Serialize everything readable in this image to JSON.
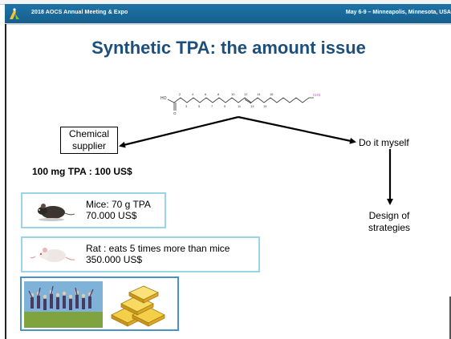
{
  "header": {
    "left_text": "2018 AOCS Annual Meeting & Expo",
    "right_text": "May 6-9 – Minneapolis, Minnesota, USA"
  },
  "slide": {
    "title": "Synthetic TPA: the amount issue",
    "molecule": {
      "label_ho": "HO",
      "label_ch3": "CH3",
      "carbon_numbers": [
        "2",
        "3",
        "4",
        "5",
        "6",
        "7",
        "8",
        "9",
        "10",
        "11",
        "12",
        "13",
        "14",
        "15",
        "16"
      ]
    },
    "left_branch": {
      "box_label_line1": "Chemical",
      "box_label_line2": "supplier",
      "price_text": "100 mg TPA : 100 US$"
    },
    "right_branch": {
      "label": "Do it myself",
      "result_line1": "Design of",
      "result_line2": "strategies"
    },
    "cards": [
      {
        "icon": "mouse-icon",
        "line1": "Mice: 70 g TPA",
        "line2": "70.000 US$"
      },
      {
        "icon": "rat-icon",
        "line1": "Rat : eats 5 times more than mice",
        "line2": "350.000 US$"
      }
    ],
    "photo_card": {
      "images": [
        "jumping-people-photo",
        "gold-bars-icon"
      ]
    }
  },
  "colors": {
    "header_blue": "#1a6a9c",
    "title_blue": "#1d4f7c",
    "card_border": "#9ad5e6",
    "photo_border": "#4a93c4",
    "gold": "#e1b12c"
  }
}
